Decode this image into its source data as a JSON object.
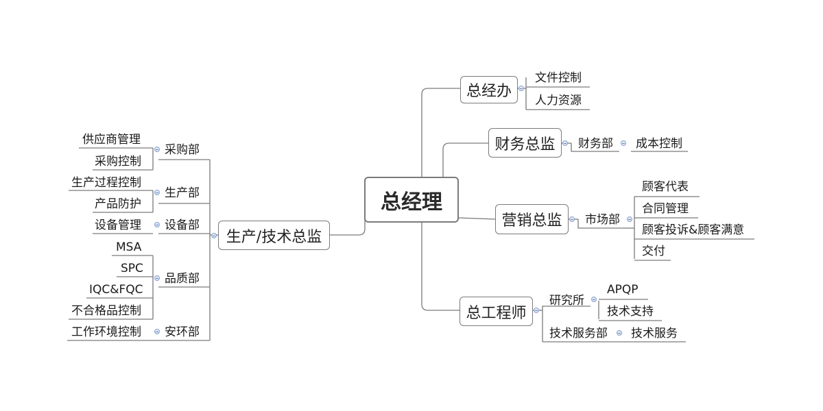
{
  "root": {
    "label": "总经理"
  },
  "right": {
    "office": {
      "label": "总经办",
      "children": [
        "文件控制",
        "人力资源"
      ]
    },
    "finance": {
      "label": "财务总监",
      "dept": "财务部",
      "child": "成本控制"
    },
    "marketing": {
      "label": "营销总监",
      "dept": "市场部",
      "children": [
        "顾客代表",
        "合同管理",
        "顾客投诉&顾客满意",
        "交付"
      ]
    },
    "engineer": {
      "label": "总工程师",
      "institute": {
        "label": "研究所",
        "children": [
          "APQP",
          "技术支持"
        ]
      },
      "service": {
        "label": "技术服务部",
        "child": "技术服务"
      }
    }
  },
  "left": {
    "label": "生产/技术总监",
    "purchasing": {
      "label": "采购部",
      "children": [
        "供应商管理",
        "采购控制"
      ]
    },
    "production": {
      "label": "生产部",
      "children": [
        "生产过程控制",
        "产品防护"
      ]
    },
    "equipment": {
      "label": "设备部",
      "child": "设备管理"
    },
    "quality": {
      "label": "品质部",
      "children": [
        "MSA",
        "SPC",
        "IQC&FQC",
        "不合格品控制"
      ]
    },
    "safety": {
      "label": "安环部",
      "child": "工作环境控制"
    }
  }
}
